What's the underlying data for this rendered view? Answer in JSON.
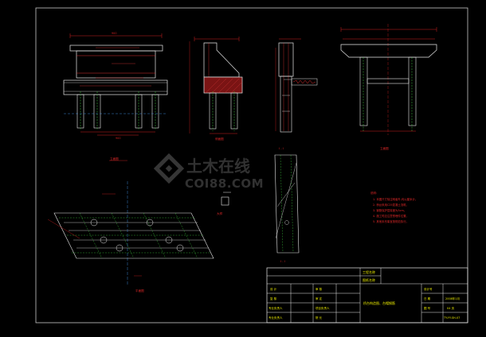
{
  "watermark": {
    "cn": "土木在线",
    "url": "COI88.COM"
  },
  "views": {
    "elevation_label": "立面图",
    "side_label": "侧面图",
    "section_label": "I - I",
    "plan_label": "平面图",
    "detail_label": "大样",
    "top_dim": "900",
    "bottom_dim": "900"
  },
  "notes": {
    "title": "说明:",
    "lines": [
      "1. 本图尺寸除注明者外,均以厘米计。",
      "2. 桥台采用C25混凝土浇筑。",
      "3. 钢筋保护层厚度为3cm。",
      "4. 施工时应注意预埋件位置。",
      "5. 其他未尽事宜按规范执行。"
    ]
  },
  "title_block": {
    "header_rows": [
      "工程名称",
      "图纸名称"
    ],
    "left_rows": [
      {
        "a": "设 计",
        "b": "审 核"
      },
      {
        "a": "复 核",
        "b": "审 定"
      },
      {
        "a": "专业负责人",
        "b": "项目负责人"
      },
      {
        "a": "专业负责人",
        "b": "院 长"
      }
    ],
    "drawing_title": "桥台构造图、台帽钢筋",
    "right_rows": [
      {
        "label": "设计号",
        "value": ""
      },
      {
        "label": "日 期",
        "value": "2008年1月"
      },
      {
        "label": "图 号",
        "value": "04 页"
      },
      {
        "label": "",
        "value": "TY-YY-SH-07"
      }
    ]
  }
}
